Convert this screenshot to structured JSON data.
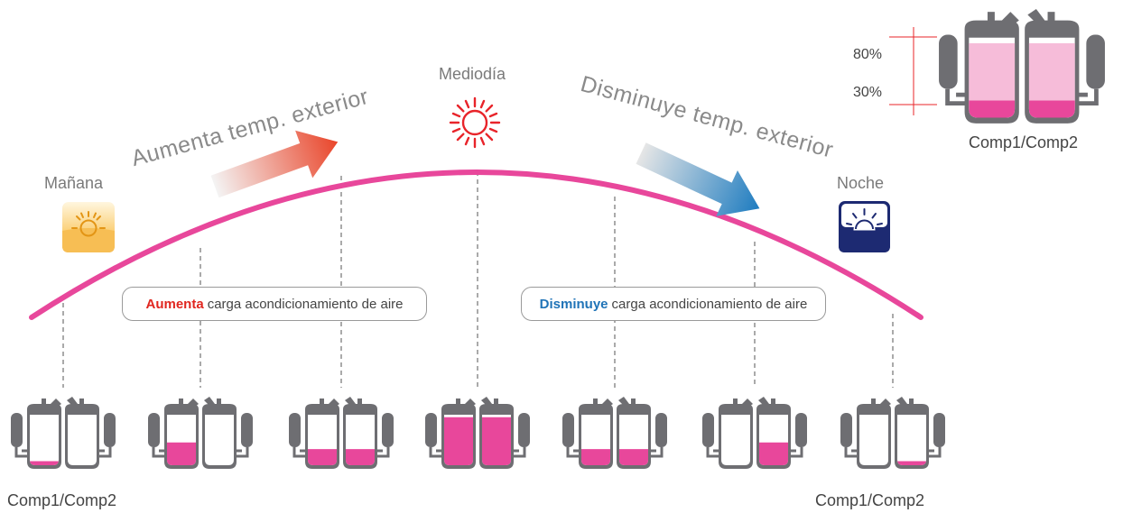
{
  "colors": {
    "curve": "#e8479b",
    "fill": "#e8479b",
    "fill_light": "#f6bcd9",
    "shell": "#6e6e72",
    "increase": "#e0261f",
    "decrease": "#1f73b7",
    "sun_noon": "#e8242a",
    "morning_icon": "#f6b23d",
    "night_icon": "#1d2a72"
  },
  "labels": {
    "top_note": "",
    "morning": "Mañana",
    "noon": "Mediodía",
    "night": "Noche",
    "rising_temp": "Aumenta temp. exterior",
    "falling_temp": "Disminuye temp. exterior",
    "increase_word": "Aumenta",
    "increase_rest": "carga acondicionamiento de aire",
    "decrease_word": "Disminuye",
    "decrease_rest": "carga acondicionamiento de aire",
    "comp_left": "Comp1/Comp2",
    "comp_right": "Comp1/Comp2"
  },
  "legend": {
    "upper": "80%",
    "lower": "30%",
    "caption": "Comp1/Comp2",
    "levels": [
      0.85,
      0.85
    ]
  },
  "units": [
    {
      "comp1": 0.08,
      "comp2": 0.0
    },
    {
      "comp1": 0.45,
      "comp2": 0.0
    },
    {
      "comp1": 0.32,
      "comp2": 0.32
    },
    {
      "comp1": 0.95,
      "comp2": 0.95
    },
    {
      "comp1": 0.32,
      "comp2": 0.32
    },
    {
      "comp1": 0.0,
      "comp2": 0.45
    },
    {
      "comp1": 0.0,
      "comp2": 0.08
    }
  ],
  "icons": [
    "morning-sun-icon",
    "noon-sun-icon",
    "night-sun-icon",
    "rising-arrow-icon",
    "falling-arrow-icon"
  ]
}
